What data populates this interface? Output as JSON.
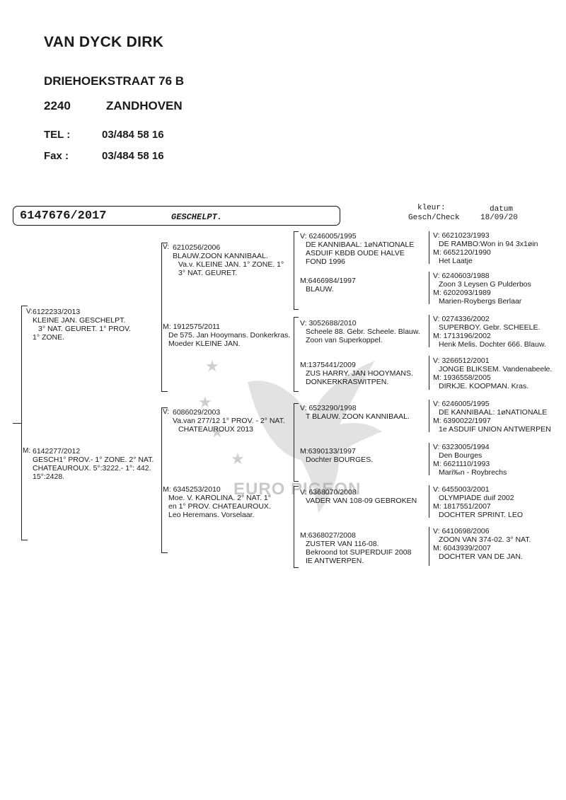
{
  "header": {
    "name": "VAN DYCK DIRK",
    "street": "DRIEHOEKSTRAAT 76 B",
    "postcode": "2240",
    "city": "ZANDHOVEN",
    "tel_label": "TEL :",
    "tel_value": "03/484 58 16",
    "fax_label": "Fax :",
    "fax_value": "03/484 58 16"
  },
  "pigeon": {
    "ring": "6147676/2017",
    "color": "GESCHELPT.",
    "kleur_label": "kleur:",
    "gesch_label": "Gesch/Check",
    "datum_label": "datum",
    "datum_value": "18/09/20"
  },
  "watermark": {
    "text": "EURO PIGEON"
  },
  "pedigree": {
    "sire": {
      "sex": "V:",
      "lines": [
        "6122233/2013",
        "KLEINE JAN. GESCHELPT.",
        "3° NAT. GEURET. 1° PROV.",
        "1° ZONE."
      ]
    },
    "dam": {
      "sex": "M:",
      "lines": [
        "6142277/2012",
        "GESCH1° PROV.- 1° ZONE. 2° NAT.",
        "CHATEAUROUX. 5°:3222.- 1°: 442.",
        "15°:2428."
      ]
    },
    "gen2": [
      {
        "sex": "V:",
        "lines": [
          "6210256/2006",
          "BLAUW.ZOON KANNIBAAL.",
          "Va.v. KLEINE JAN. 1° ZONE. 1°",
          "3° NAT. GEURET."
        ]
      },
      {
        "sex": "M:",
        "lines": [
          "1912575/2011",
          "De 575. Jan Hooymans. Donkerkras.",
          "Moeder KLEINE JAN."
        ]
      },
      {
        "sex": "V:",
        "lines": [
          "6086029/2003",
          "Va.van 277/12 1° PROV. - 2° NAT.",
          "CHATEAUROUX 2013"
        ]
      },
      {
        "sex": "M:",
        "lines": [
          "6345253/2010",
          "Moe. V. KAROLINA. 2° NAT. 1°",
          "en 1° PROV. CHATEAUROUX.",
          "Leo Heremans. Vorselaar."
        ]
      }
    ],
    "gen3": [
      {
        "sex": "V:",
        "lines": [
          "6246005/1995",
          "DE KANNIBAAL: 1øNATIONALE",
          "ASDUIF KBDB OUDE HALVE",
          "FOND 1996"
        ]
      },
      {
        "sex": "M:",
        "lines": [
          "6466984/1997",
          "BLAUW."
        ]
      },
      {
        "sex": "V:",
        "lines": [
          "3052688/2010",
          "Scheele 88. Gebr. Scheele. Blauw.",
          "Zoon van Superkoppel."
        ]
      },
      {
        "sex": "M:",
        "lines": [
          "1375441/2009",
          "ZUS HARRY. JAN HOOYMANS.",
          "DONKERKRASWITPEN."
        ]
      },
      {
        "sex": "V:",
        "lines": [
          "6523290/1998",
          "T BLAUW. ZOON KANNIBAAL."
        ]
      },
      {
        "sex": "M:",
        "lines": [
          "6390133/1997",
          "Dochter BOURGES."
        ]
      },
      {
        "sex": "V:",
        "lines": [
          "6368070/2008",
          "VADER VAN 108-09 GEBROKEN"
        ]
      },
      {
        "sex": "M:",
        "lines": [
          "6368027/2008",
          "ZUSTER VAN 116-08.",
          "Bekroond tot SUPERDUIF 2008",
          "IE ANTWERPEN."
        ]
      }
    ],
    "gen4": [
      {
        "sire": [
          "6621023/1993",
          "DE RAMBO:Won in 94 3x1øin"
        ],
        "dam": [
          "6652120/1990",
          "Het Laatje"
        ]
      },
      {
        "sire": [
          "6240603/1988",
          "Zoon 3 Leysen G Pulderbos"
        ],
        "dam": [
          "6202093/1989",
          "Marien-Roybergs Berlaar"
        ]
      },
      {
        "sire": [
          "0274336/2002",
          "SUPERBOY. Gebr. SCHEELE."
        ],
        "dam": [
          "1713196/2002",
          "Henk Melis. Dochter 666. Blauw."
        ]
      },
      {
        "sire": [
          "3266512/2001",
          "JONGE BLIKSEM. Vandenabeele."
        ],
        "dam": [
          "1936558/2005",
          "DIRKJE. KOOPMAN. Kras."
        ]
      },
      {
        "sire": [
          "6246005/1995",
          "DE KANNIBAAL: 1øNATIONALE"
        ],
        "dam": [
          "6390022/1997",
          "1e ASDUIF UNION ANTWERPEN"
        ]
      },
      {
        "sire": [
          "6323005/1994",
          "Den Bourges"
        ],
        "dam": [
          "6621110/1993",
          "Mari‰n - Roybrechs"
        ]
      },
      {
        "sire": [
          "6455003/2001",
          "OLYMPIADE duif 2002"
        ],
        "dam": [
          "1817551/2007",
          "DOCHTER SPRINT. LEO"
        ]
      },
      {
        "sire": [
          "6410698/2006",
          "ZOON VAN 374-02. 3° NAT."
        ],
        "dam": [
          "6043939/2007",
          "DOCHTER VAN DE JAN."
        ]
      }
    ]
  }
}
